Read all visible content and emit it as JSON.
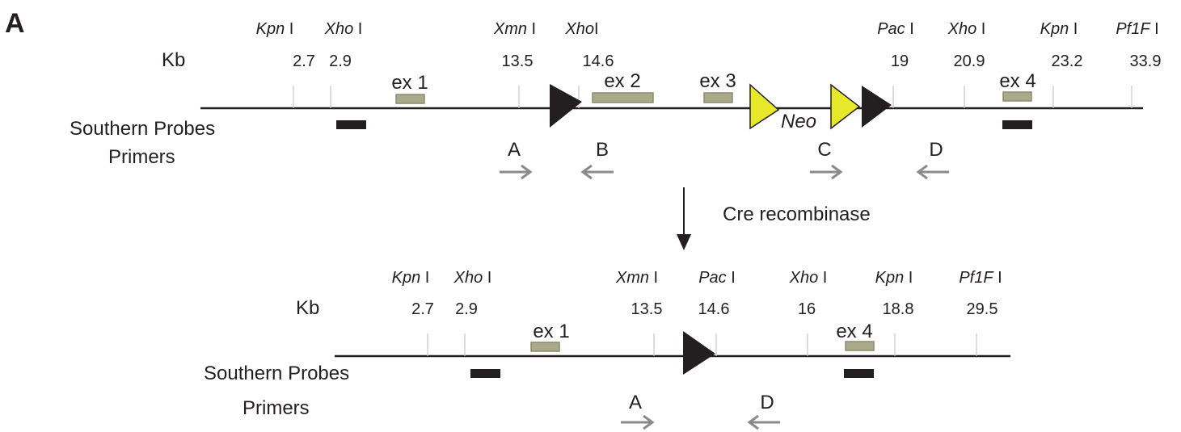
{
  "panel_label": "A",
  "arrow_label": "Cre recombinase",
  "colors": {
    "line": "#231f20",
    "exon_fill": "#a8aa8a",
    "exon_stroke": "#8a8c70",
    "loxp": "#231f20",
    "frt": "#e8e82a",
    "primer": "#8a8a8a",
    "tick": "#c8c8c8"
  },
  "top": {
    "kb_label": "Kb",
    "probes_label": "Southern Probes",
    "primers_label": "Primers",
    "neo_label": "Neo",
    "sites": [
      {
        "name": "Kpn",
        "suffix": " I",
        "kb": "2.7"
      },
      {
        "name": "Xho",
        "suffix": " I",
        "kb": "2.9"
      },
      {
        "name": "Xmn",
        "suffix": " I",
        "kb": "13.5"
      },
      {
        "name": "Xho",
        "suffix": "I",
        "kb": "14.6"
      },
      {
        "name": "Pac",
        "suffix": " I",
        "kb": "19"
      },
      {
        "name": "Xho",
        "suffix": " I",
        "kb": "20.9"
      },
      {
        "name": "Kpn",
        "suffix": " I",
        "kb": "23.2"
      },
      {
        "name": "Pf1F",
        "suffix": " I",
        "kb": "33.9"
      }
    ],
    "exons": [
      "ex 1",
      "ex 2",
      "ex 3",
      "ex 4"
    ],
    "primers": [
      "A",
      "B",
      "C",
      "D"
    ]
  },
  "bottom": {
    "kb_label": "Kb",
    "probes_label": "Southern Probes",
    "primers_label": "Primers",
    "sites": [
      {
        "name": "Kpn",
        "suffix": " I",
        "kb": "2.7"
      },
      {
        "name": "Xho",
        "suffix": " I",
        "kb": "2.9"
      },
      {
        "name": "Xmn",
        "suffix": " I",
        "kb": "13.5"
      },
      {
        "name": "Pac",
        "suffix": " I",
        "kb": "14.6"
      },
      {
        "name": "Xho",
        "suffix": " I",
        "kb": "16"
      },
      {
        "name": "Kpn",
        "suffix": " I",
        "kb": "18.8"
      },
      {
        "name": "Pf1F",
        "suffix": " I",
        "kb": "29.5"
      }
    ],
    "exons": [
      "ex 1",
      "ex 4"
    ],
    "primers": [
      "A",
      "D"
    ]
  }
}
